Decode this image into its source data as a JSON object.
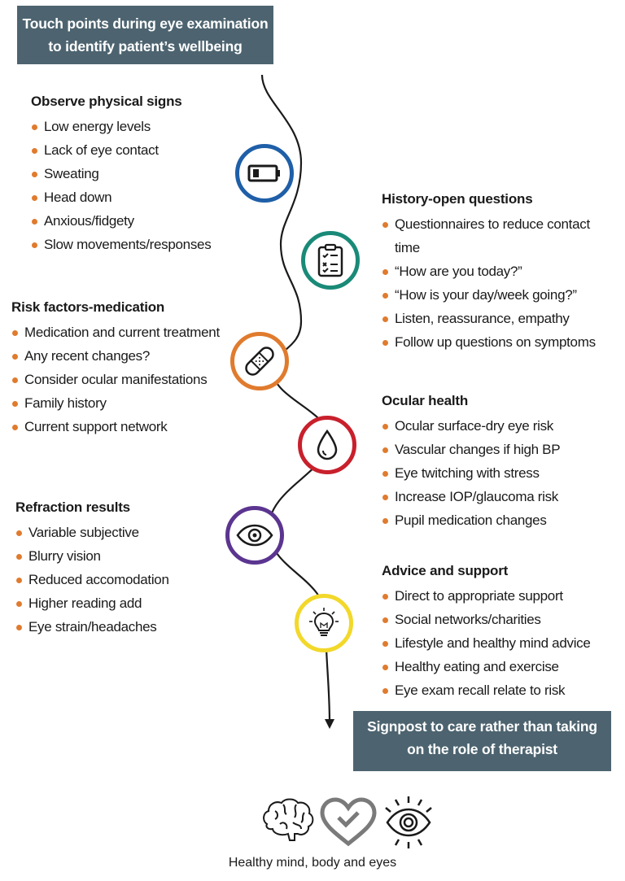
{
  "title_banner": {
    "line1": "Touch points during eye examination",
    "line2": "to identify patient’s wellbeing"
  },
  "sections": {
    "observe": {
      "heading": "Observe physical signs",
      "items": [
        "Low energy levels",
        "Lack of eye contact",
        "Sweating",
        "Head down",
        "Anxious/fidgety",
        "Slow movements/responses"
      ],
      "icon": "battery-low-icon",
      "ring_color": "#1f5fa8"
    },
    "history": {
      "heading": "History-open questions",
      "items": [
        "Questionnaires to reduce contact time",
        "“How are you today?”",
        "“How is your day/week going?”",
        "Listen, reassurance, empathy",
        "Follow up questions on symptoms"
      ],
      "icon": "clipboard-checklist-icon",
      "ring_color": "#1a8a78"
    },
    "risk": {
      "heading": "Risk factors-medication",
      "items": [
        "Medication and current treatment",
        "Any recent changes?",
        "Consider ocular manifestations",
        "Family history",
        "Current support network"
      ],
      "icon": "bandage-icon",
      "ring_color": "#e07b2e"
    },
    "ocular": {
      "heading": "Ocular health",
      "items": [
        "Ocular surface-dry eye risk",
        "Vascular changes if high BP",
        "Eye twitching with stress",
        "Increase IOP/glaucoma risk",
        "Pupil medication changes"
      ],
      "icon": "droplet-icon",
      "ring_color": "#c8202c"
    },
    "refraction": {
      "heading": "Refraction results",
      "items": [
        "Variable subjective",
        "Blurry vision",
        "Reduced accomodation",
        "Higher reading add",
        "Eye strain/headaches"
      ],
      "icon": "eye-icon",
      "ring_color": "#5b3590"
    },
    "advice": {
      "heading": "Advice and support",
      "items": [
        "Direct to appropriate support",
        "Social networks/charities",
        "Lifestyle and healthy mind advice",
        "Healthy eating and exercise",
        "Eye exam recall relate to risk"
      ],
      "icon": "lightbulb-icon",
      "ring_color": "#f2d82a"
    }
  },
  "signpost_banner": {
    "line1": "Signpost to care rather than taking",
    "line2": "on the role of therapist"
  },
  "footer": {
    "caption": "Healthy mind, body and eyes",
    "icons": [
      "brain-icon",
      "heart-check-icon",
      "eye-radiant-icon"
    ]
  },
  "colors": {
    "banner_bg": "#4d6470",
    "bullet": "#e07b2e"
  }
}
